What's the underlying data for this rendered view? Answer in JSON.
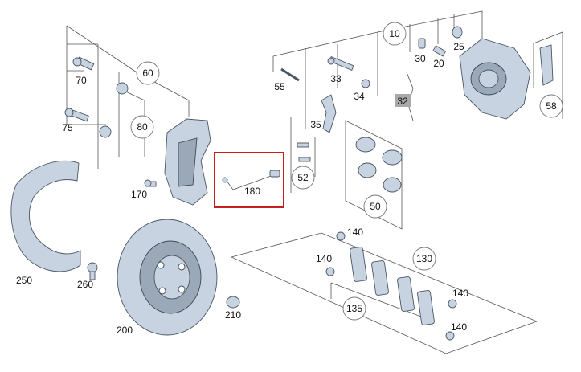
{
  "diagram": {
    "highlight_color": "#c81e1e",
    "part_color": "#c7d3e0",
    "labels": {
      "p10": "10",
      "p20": "20",
      "p25": "25",
      "p30": "30",
      "p32": "32",
      "p33": "33",
      "p34": "34",
      "p35": "35",
      "p50": "50",
      "p52": "52",
      "p55": "55",
      "p58": "58",
      "p60": "60",
      "p70": "70",
      "p75": "75",
      "p80": "80",
      "p130": "130",
      "p135": "135",
      "p140a": "140",
      "p140b": "140",
      "p140c": "140",
      "p140d": "140",
      "p170": "170",
      "p180": "180",
      "p200": "200",
      "p210": "210",
      "p250": "250",
      "p260": "260"
    }
  }
}
